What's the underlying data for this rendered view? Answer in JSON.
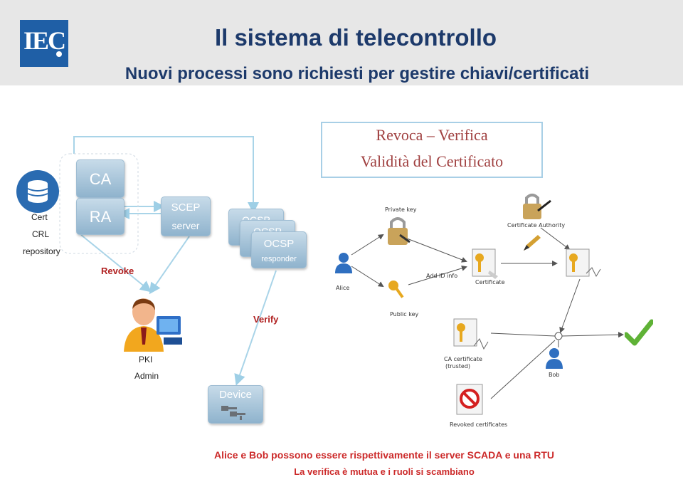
{
  "header": {
    "logo_text": "IEC",
    "title": "Il sistema di telecontrollo",
    "subtitle": "Nuovi processi sono richiesti per gestire chiavi/certificati"
  },
  "callout": {
    "line1": "Revoca – Verifica",
    "line2": "Validità del Certificato"
  },
  "left": {
    "repo_label_1": "Cert",
    "repo_label_2": "CRL",
    "repo_label_3": "repository",
    "ca": "CA",
    "ra": "RA",
    "revoke": "Revoke",
    "scep_1": "SCEP",
    "scep_2": "server",
    "ocsp_back1": "OCSP",
    "ocsp_back2": "OCSP",
    "ocsp": "OCSP",
    "responder": "responder",
    "verify": "Verify",
    "pki_1": "PKI",
    "pki_2": "Admin",
    "device": "Device"
  },
  "pki_diagram": {
    "private_key": "Private key",
    "certificate_authority": "Certificate Authority",
    "alice": "Alice",
    "add_id_info": "Add ID info",
    "certificate": "Certificate",
    "public_key": "Public key",
    "ca_certificate_1": "CA certificate",
    "ca_certificate_2": "(trusted)",
    "bob": "Bob",
    "revoked": "Revoked certificates"
  },
  "footer": {
    "line1": "Alice e Bob possono essere rispettivamente il server SCADA e una RTU",
    "line2": "La verifica è mutua e i ruoli si scambiano"
  },
  "colors": {
    "title": "#1d3a6b",
    "logo": "#1f5fa6",
    "accent_red": "#cc2a2a",
    "tile": "#a9c6dc"
  }
}
